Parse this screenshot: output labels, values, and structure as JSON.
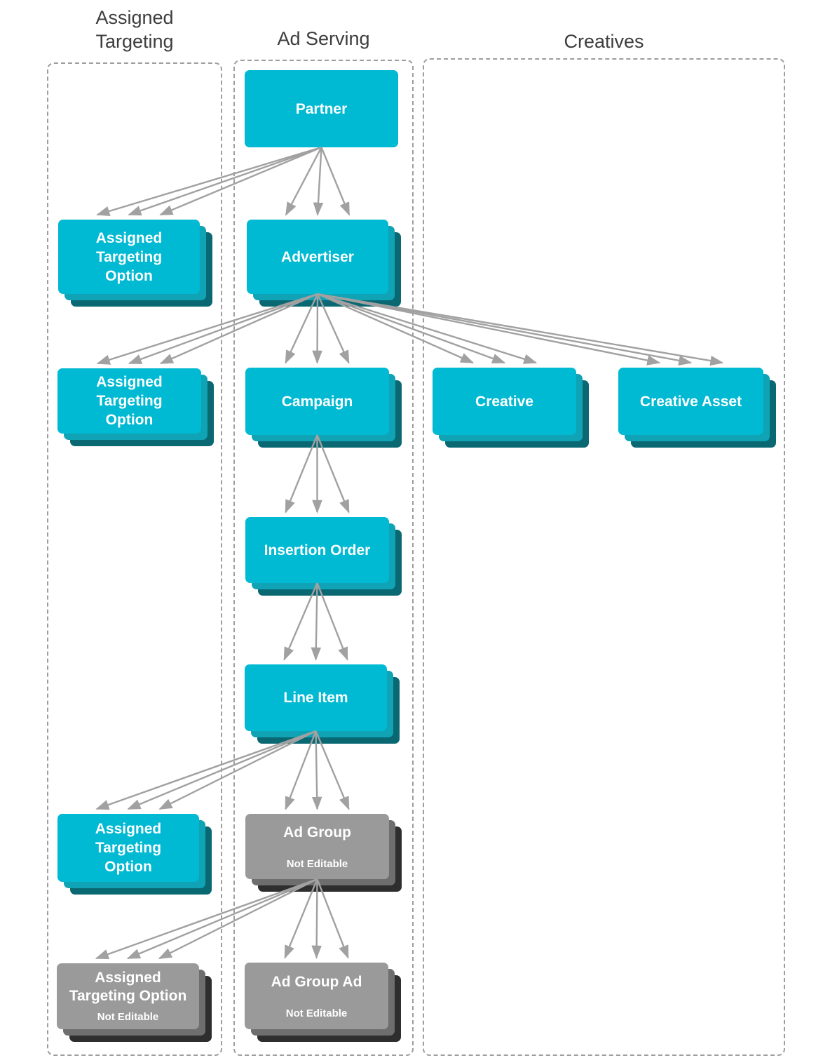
{
  "columns": {
    "assigned_targeting": {
      "title": "Assigned\nTargeting"
    },
    "ad_serving": {
      "title": "Ad Serving"
    },
    "creatives": {
      "title": "Creatives"
    }
  },
  "nodes": {
    "partner": {
      "label": "Partner"
    },
    "advertiser": {
      "label": "Advertiser"
    },
    "ato_partner": {
      "label": "Assigned\nTargeting\nOption"
    },
    "campaign": {
      "label": "Campaign"
    },
    "ato_advertiser": {
      "label": "Assigned\nTargeting\nOption"
    },
    "creative": {
      "label": "Creative"
    },
    "creative_asset": {
      "label": "Creative Asset"
    },
    "insertion_order": {
      "label": "Insertion Order"
    },
    "line_item": {
      "label": "Line Item"
    },
    "ato_line_item": {
      "label": "Assigned\nTargeting\nOption"
    },
    "ad_group": {
      "label": "Ad Group",
      "sublabel": "Not Editable"
    },
    "ato_ad_group": {
      "label": "Assigned\nTargeting Option",
      "sublabel": "Not Editable"
    },
    "ad_group_ad": {
      "label": "Ad Group Ad",
      "sublabel": "Not Editable"
    }
  },
  "edges": [
    {
      "from": "partner",
      "to": "ato_partner"
    },
    {
      "from": "partner",
      "to": "advertiser"
    },
    {
      "from": "advertiser",
      "to": "ato_advertiser"
    },
    {
      "from": "advertiser",
      "to": "campaign"
    },
    {
      "from": "advertiser",
      "to": "creative"
    },
    {
      "from": "advertiser",
      "to": "creative_asset"
    },
    {
      "from": "campaign",
      "to": "insertion_order"
    },
    {
      "from": "insertion_order",
      "to": "line_item"
    },
    {
      "from": "line_item",
      "to": "ato_line_item"
    },
    {
      "from": "line_item",
      "to": "ad_group"
    },
    {
      "from": "ad_group",
      "to": "ato_ad_group"
    },
    {
      "from": "ad_group",
      "to": "ad_group_ad"
    }
  ],
  "colors": {
    "node_cyan": "#00b9d2",
    "node_cyan_layer2": "#0fa3b5",
    "node_cyan_layer3": "#0a6873",
    "node_gray": "#9a9a9a",
    "node_gray_layer2": "#6e6e6e",
    "node_gray_layer3": "#2e2e2e",
    "arrow": "#a1a1a1",
    "border_dash": "#9e9e9e",
    "title_text": "#3d3d3d",
    "label_text": "#ffffff"
  }
}
